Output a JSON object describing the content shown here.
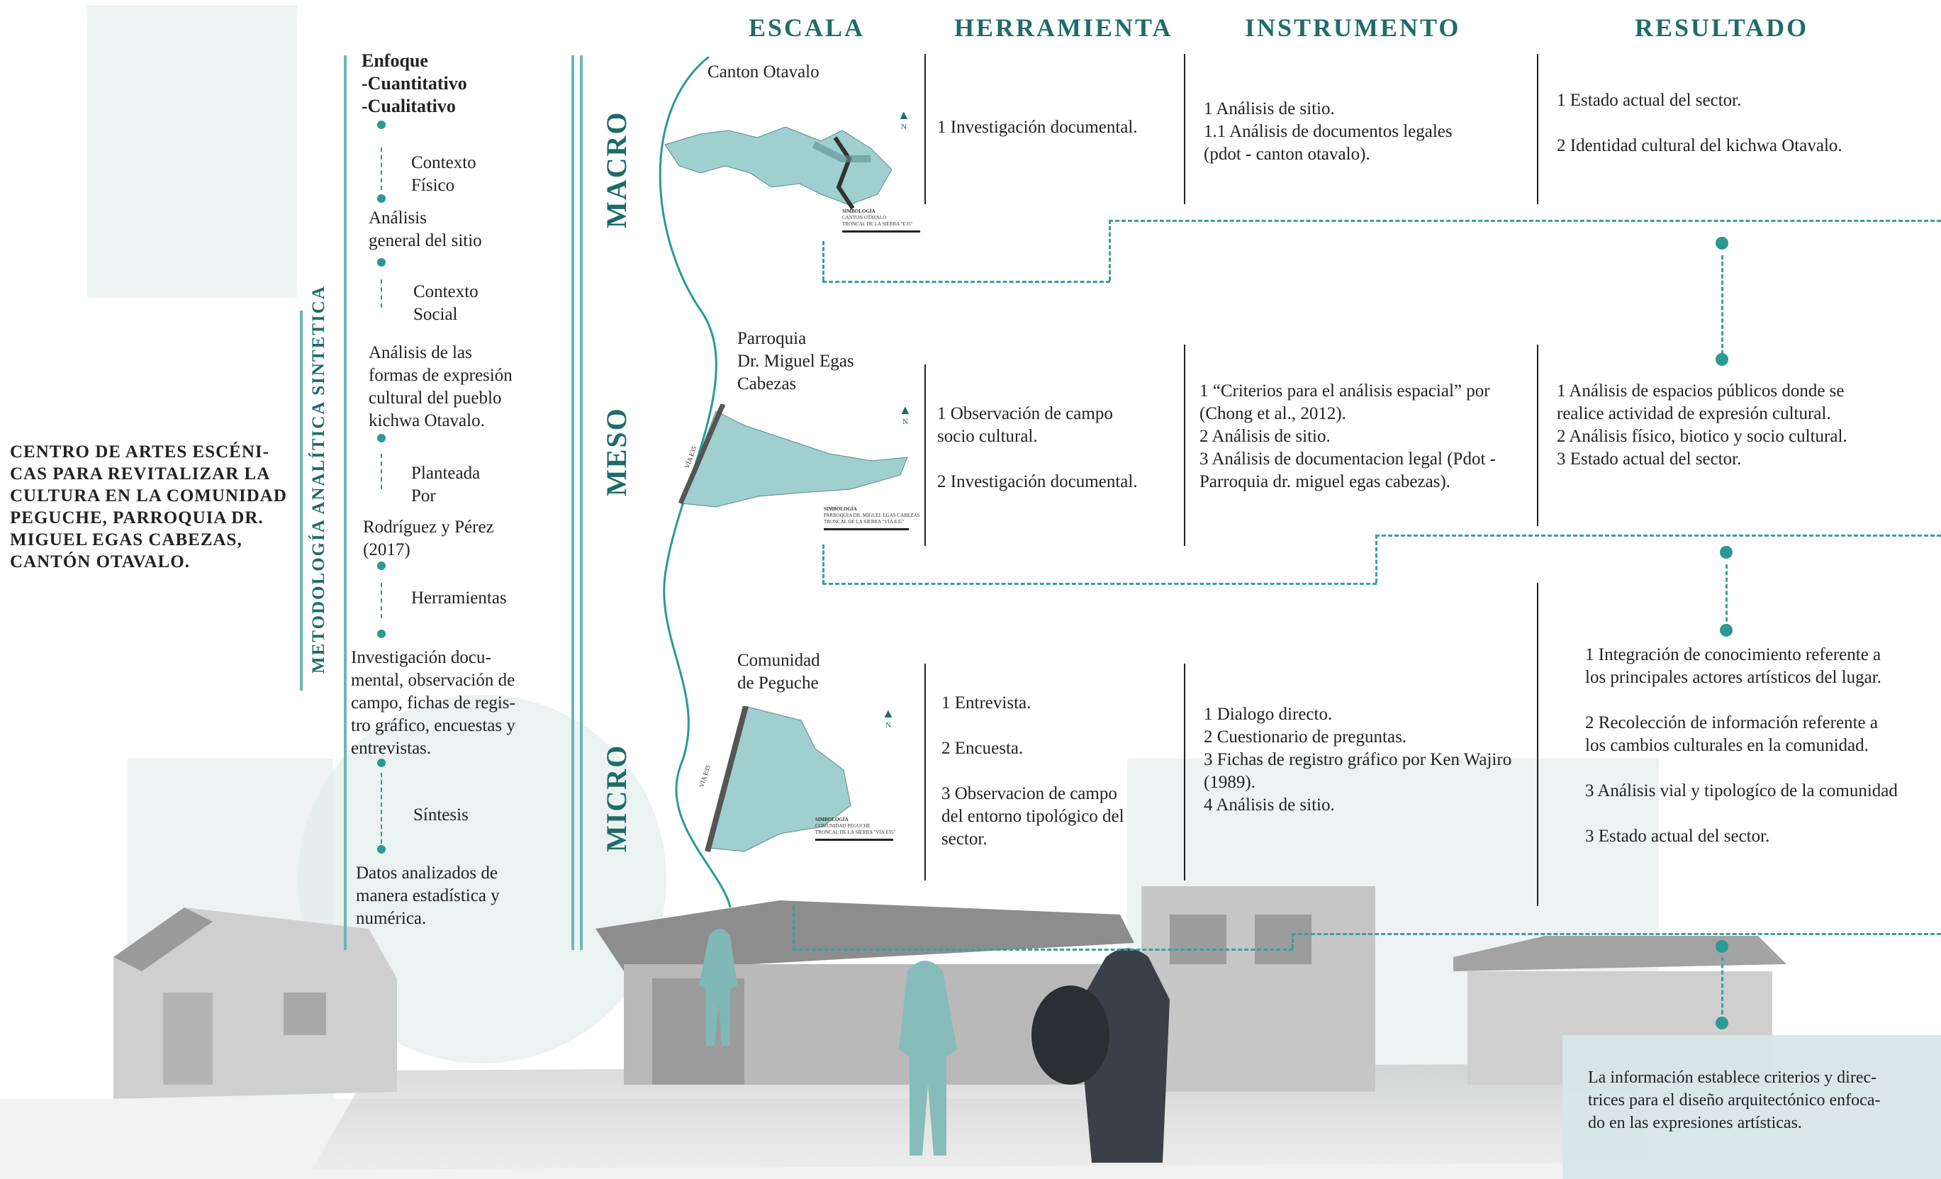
{
  "headers": {
    "escala": "ESCALA",
    "herramienta": "HERRAMIENTA",
    "instrumento": "INSTRUMENTO",
    "resultado": "RESULTADO"
  },
  "project_title": "CENTRO DE ARTES ESCÉNI-\nCAS PARA REVITALIZAR LA\nCULTURA EN LA COMUNIDAD\nPEGUCHE, PARROQUIA DR.\nMIGUEL EGAS CABEZAS,\nCANTÓN OTAVALO.",
  "methodology_label": "METODOLOGÍA ANALÍTICA SINTETICA",
  "flow": {
    "enfoque": "Enfoque\n-Cuantitativo\n-Cualitativo",
    "contexto_fisico": "Contexto\nFísico",
    "analisis_general": "Análisis\ngeneral del sitio",
    "contexto_social": "Contexto\nSocial",
    "analisis_formas": "Análisis de las\nformas de expresión\ncultural del pueblo\nkichwa Otavalo.",
    "planteada_por": "Planteada\nPor",
    "autores": "Rodríguez y Pérez\n(2017)",
    "herramientas": "Herramientas",
    "investigacion": "Investigación docu-\nmental, observación de\ncampo, fichas de regis-\ntro gráfico, encuestas y\nentrevistas.",
    "sintesis": "Síntesis",
    "datos": "Datos analizados de\nmanera estadística y\nnumérica."
  },
  "scales": [
    {
      "name": "MACRO",
      "place": "Canton Otavalo",
      "north": "N",
      "legend_title": "SIMBOLOGÍA",
      "legend_items": [
        "CANTON OTAVALO",
        "TRONCAL DE LA SIERRA \"E35\""
      ],
      "herramienta": "1 Investigación documental.",
      "instrumento": "1 Análisis de sitio.\n1.1 Análisis de documentos legales\n(pdot - canton otavalo).",
      "resultado": "1 Estado actual del sector.\n\n2 Identidad cultural del kichwa Otavalo."
    },
    {
      "name": "MESO",
      "place": "Parroquia\nDr. Miguel Egas\nCabezas",
      "north": "N",
      "road_label": "VÍA E35",
      "legend_title": "SIMBOLOGÍA",
      "legend_items": [
        "PARROQUIA DR. MIGUEL EGAS CABEZAS",
        "TRONCAL DE LA SIERRA \"VÍA E35\""
      ],
      "herramienta": "1 Observación de campo\n   socio cultural.\n\n2 Investigación documental.",
      "instrumento": "1 “Criterios para el análisis espacial” por\n(Chong et al., 2012).\n2 Análisis de sitio.\n3 Análisis de documentacion legal (Pdot -\nParroquia dr. miguel egas cabezas).",
      "resultado": "1 Análisis de espacios públicos donde se\nrealice actividad de expresión cultural.\n2 Análisis físico, biotico y socio cultural.\n3 Estado actual del sector."
    },
    {
      "name": "MICRO",
      "place": "Comunidad\nde Peguche",
      "north": "N",
      "road_label": "VÍA E35",
      "legend_title": "SIMBOLOGÍA",
      "legend_items": [
        "COMUNIDAD PEGUCHE",
        "TRONCAL DE LA SIERRA \"VÍA E35\""
      ],
      "herramienta": "1 Entrevista.\n\n2 Encuesta.\n\n3 Observacion de campo\ndel entorno tipológico del\nsector.",
      "instrumento": "1 Dialogo directo.\n2 Cuestionario de preguntas.\n3 Fichas de registro gráfico por Ken Wajiro\n(1989).\n4 Análisis de sitio.",
      "resultado": "1 Integración de conocimiento referente a\nlos principales actores artísticos del lugar.\n\n2 Recolección de información referente a\nlos cambios culturales en la comunidad.\n\n3 Análisis vial y tipologíco de la comunidad\n\n3 Estado actual del sector."
    }
  ],
  "conclusion": "La información establece criterios y direc-\ntrices para el diseño arquitectónico enfoca-\ndo en las expresiones artísticas.",
  "colors": {
    "accent": "#1f6b68",
    "dash": "#3aa09a",
    "map_fill": "#9fcfcf",
    "panel": "#d7e6e6"
  }
}
